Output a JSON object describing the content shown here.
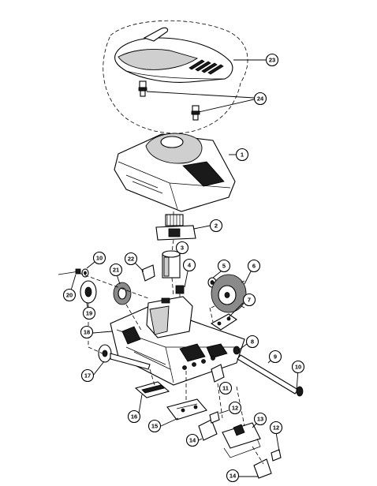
{
  "callouts": [
    {
      "id": "c23",
      "label": "23"
    },
    {
      "id": "c24",
      "label": "24"
    },
    {
      "id": "c1",
      "label": "1"
    },
    {
      "id": "c2",
      "label": "2"
    },
    {
      "id": "c3",
      "label": "3"
    },
    {
      "id": "c4",
      "label": "4"
    },
    {
      "id": "c5",
      "label": "5"
    },
    {
      "id": "c6",
      "label": "6"
    },
    {
      "id": "c7",
      "label": "7"
    },
    {
      "id": "c8",
      "label": "8"
    },
    {
      "id": "c9",
      "label": "9"
    },
    {
      "id": "c10a",
      "label": "10"
    },
    {
      "id": "c10b",
      "label": "10"
    },
    {
      "id": "c11",
      "label": "11"
    },
    {
      "id": "c12a",
      "label": "12"
    },
    {
      "id": "c12b",
      "label": "12"
    },
    {
      "id": "c13",
      "label": "13"
    },
    {
      "id": "c14a",
      "label": "14"
    },
    {
      "id": "c14b",
      "label": "14"
    },
    {
      "id": "c15",
      "label": "15"
    },
    {
      "id": "c16",
      "label": "16"
    },
    {
      "id": "c17",
      "label": "17"
    },
    {
      "id": "c18",
      "label": "18"
    },
    {
      "id": "c19",
      "label": "19"
    },
    {
      "id": "c20",
      "label": "20"
    },
    {
      "id": "c21",
      "label": "21"
    },
    {
      "id": "c22",
      "label": "22"
    }
  ],
  "colors": {
    "line": "#000000",
    "fill": "#ffffff",
    "shade": "#cfcfcf",
    "dark": "#1a1a1a"
  }
}
